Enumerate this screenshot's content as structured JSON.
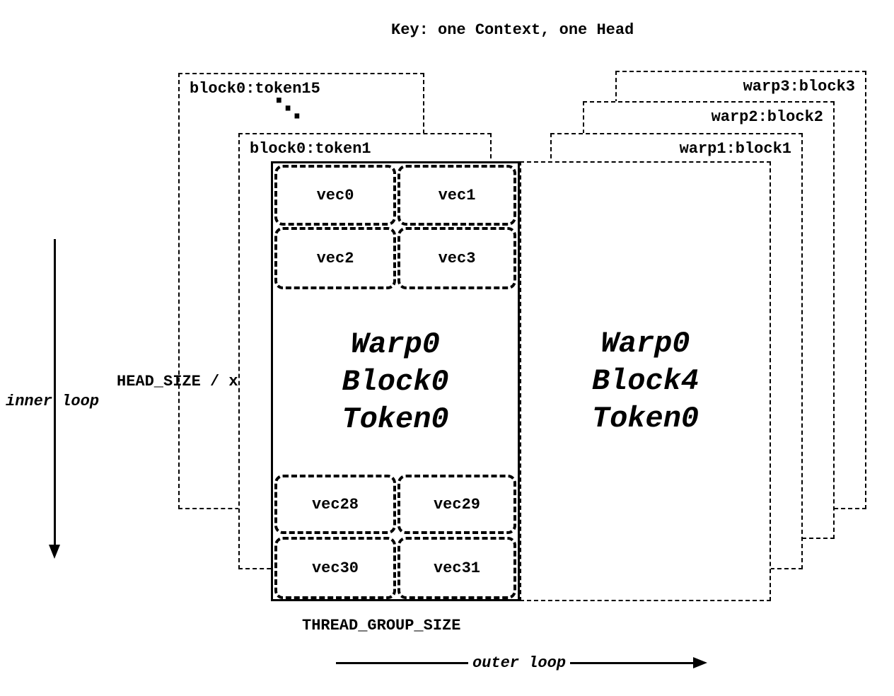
{
  "title": "Key: one Context, one Head",
  "colors": {
    "ink": "#000000",
    "background": "#ffffff"
  },
  "ellipsis": "⋱",
  "back_boxes": {
    "left": [
      "block0:token15",
      "block0:token1"
    ],
    "right": [
      "warp3:block3",
      "warp2:block2",
      "warp1:block1"
    ]
  },
  "left_block": {
    "lines": [
      "Warp0",
      "Block0",
      "Token0"
    ],
    "vecs": [
      "vec0",
      "vec1",
      "vec2",
      "vec3",
      "vec28",
      "vec29",
      "vec30",
      "vec31"
    ]
  },
  "right_block": {
    "lines": [
      "Warp0",
      "Block4",
      "Token0"
    ]
  },
  "annotations": {
    "head_size": "HEAD_SIZE / x",
    "thread_group_size": "THREAD_GROUP_SIZE",
    "inner_loop": "inner loop",
    "outer_loop": "outer loop"
  }
}
